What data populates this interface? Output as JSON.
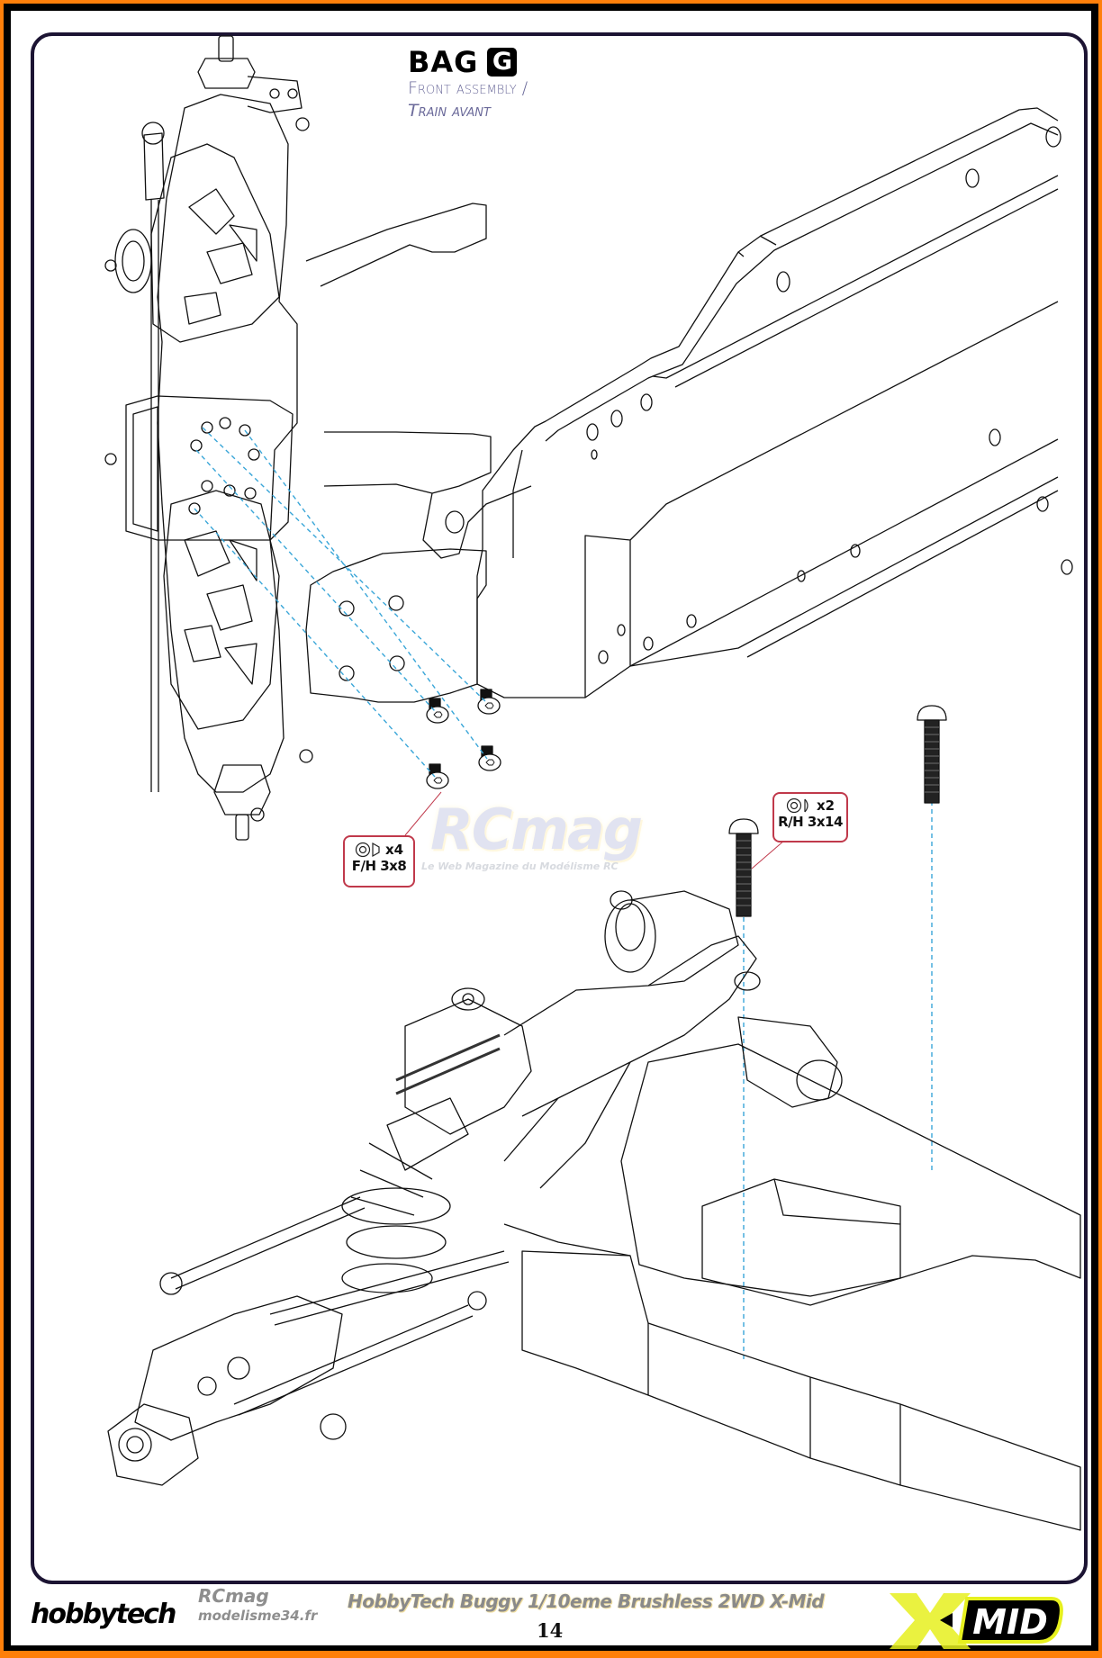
{
  "header": {
    "bag_label": "BAG",
    "bag_letter": "G",
    "subtitle_en": "Front assembly /",
    "subtitle_fr": "Train avant"
  },
  "callouts": [
    {
      "id": "fh",
      "quantity": "x4",
      "spec": "F/H 3x8",
      "icon": "washer-screw-icon"
    },
    {
      "id": "rh",
      "quantity": "x2",
      "spec": "R/H 3x14",
      "icon": "washer-screw-icon"
    }
  ],
  "watermark": {
    "brand": "RCmag",
    "tagline": "Le Web Magazine du Modélisme RC"
  },
  "footer": {
    "brand_logo": "hobbytech",
    "site_logo_line1": "RCmag",
    "site_logo_line2": "modelisme34.fr",
    "title": "HobbyTech Buggy 1/10eme Brushless 2WD X-Mid",
    "page_number": "14",
    "product_logo": "MID"
  },
  "colors": {
    "outer_frame": "#ff7f0a",
    "frame_band": "#000000",
    "inner_frame": "#1c1433",
    "subtitle": "#6b6a9a",
    "callout_border": "#c0394b",
    "guide_line": "#3aa6d8",
    "xmid_accent": "#e6f01e"
  }
}
